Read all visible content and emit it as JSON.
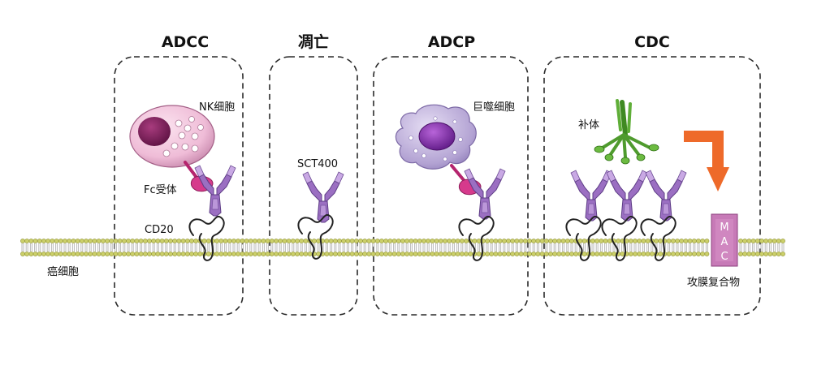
{
  "colors": {
    "membrane": "#cbcf6a",
    "antibody": "#9b6fc2",
    "nk_cell": "#f1c4dc",
    "nk_nucleus": "#7a1f5a",
    "macrophage": "#b8a9d6",
    "fc_receptor": "#d63a8c",
    "complement": "#4f9b2e",
    "arrow": "#ee6a2a",
    "mac": "#c77ab7"
  },
  "panels": [
    {
      "title": "ADCC"
    },
    {
      "title": "凋亡"
    },
    {
      "title": "ADCP"
    },
    {
      "title": "CDC"
    }
  ],
  "labels": {
    "nk_cell": "NK细胞",
    "fc_receptor": "Fc受体",
    "cd20": "CD20",
    "cancer_cell": "癌细胞",
    "sct400": "SCT400",
    "macrophage": "巨噬细胞",
    "complement": "补体",
    "mac_letters": [
      "M",
      "A",
      "C"
    ],
    "mac_full": "攻膜复合物"
  },
  "icons": {
    "antibody": "y-shaped-antibody-icon",
    "receptor": "cd20-coil-icon",
    "nk_cell": "nk-cell-icon",
    "macrophage": "macrophage-icon",
    "complement": "complement-icon",
    "arrow": "bent-arrow-icon"
  }
}
